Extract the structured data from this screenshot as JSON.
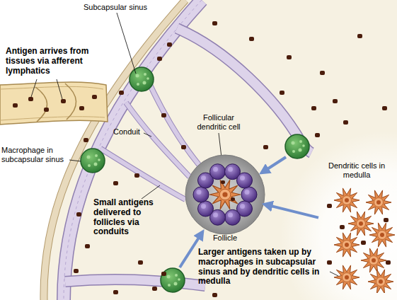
{
  "diagram": {
    "nodes": [
      {
        "text": [
          "Follicle"
        ]
      },
      {
        "text": [
          "Dendritic cells in medulla"
        ]
      }
    ],
    "edges": [
      {
        "from": 1,
        "to": 0,
        "arrow": "to"
      }
    ],
    "labels": [
      "Subcapsular sinus",
      "Antigen arrives from tissues via afferent lymphatics",
      "Conduit",
      "Follicular dendritic cell",
      "Macrophage in subcapsular sinus",
      "Small antigens delivered to follicles via conduits",
      "Larger antigens taken up by macrophages in subcapsular sinus and by dendritic cells in medulla"
    ]
  }
}
